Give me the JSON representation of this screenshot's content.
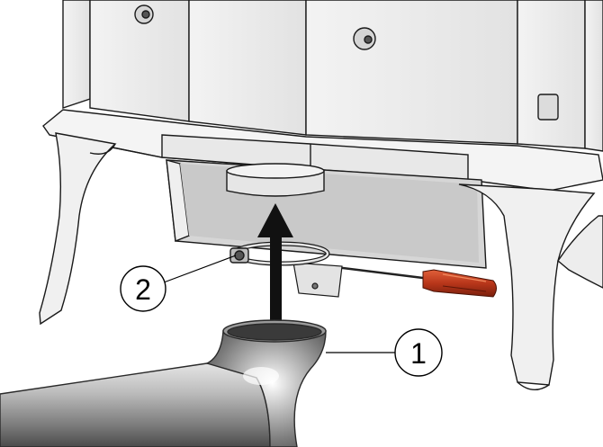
{
  "callouts": [
    {
      "label": "1",
      "part": "flue-pipe-elbow"
    },
    {
      "label": "2",
      "part": "pipe-clamp"
    }
  ],
  "colors": {
    "stove_body": "#ebebeb",
    "stove_shadow": "#cfcfcf",
    "stove_outline": "#1a1a1a",
    "pipe_light": "#d9d9d9",
    "pipe_dark": "#6e6e6e",
    "arrow": "#111111",
    "screwdriver_handle": "#b23a1a"
  },
  "icons": {
    "arrow": "up-arrow-icon",
    "tool": "screwdriver-icon"
  }
}
